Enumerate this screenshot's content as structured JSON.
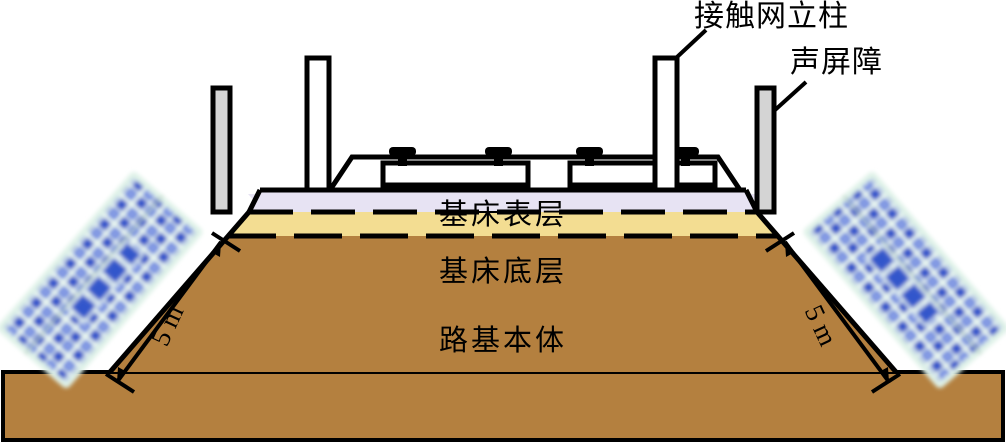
{
  "diagram": {
    "title_present": false,
    "annotations": {
      "catenary_pole": "接触网立柱",
      "sound_barrier": "声屏障"
    },
    "layers": [
      {
        "name": "基床表层",
        "color": "#e7e3f3"
      },
      {
        "name": "基床底层",
        "color": "#f3dd92"
      },
      {
        "name": "路基本体",
        "color": "#b4803f"
      }
    ],
    "ground": {
      "name": "ground-base",
      "color": "#b4803f"
    },
    "dimensions": {
      "left_slope": "5 m",
      "right_slope": "5 m"
    },
    "components": {
      "sound_barrier_fill": "#d4d4d4",
      "catenary_pole_fill": "#ffffff",
      "track_slab_fill": "#ffffff",
      "rail_color": "#000000",
      "solar_panel_color": "#2146c7",
      "solar_panel_frame": "#dff2e8",
      "outline_color": "#000000"
    },
    "icons": {
      "leader_line": "leader-line",
      "dimension_arrow": "dimension-arrow",
      "solar_panel": "solar-panel-array"
    }
  }
}
